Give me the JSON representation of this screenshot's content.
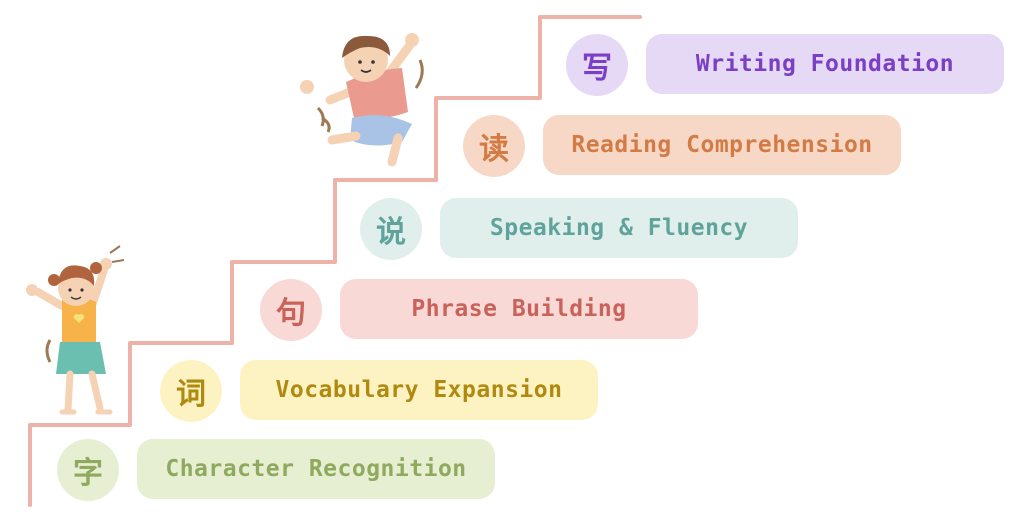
{
  "steps": [
    {
      "char": "字",
      "label": "Character Recognition",
      "badge_bg": "#e6efd2",
      "pill_bg": "#e6efd2",
      "text_color": "#8faa5e"
    },
    {
      "char": "词",
      "label": "Vocabulary Expansion",
      "badge_bg": "#fdf3c2",
      "pill_bg": "#fdf3c2",
      "text_color": "#b08a10"
    },
    {
      "char": "句",
      "label": "Phrase Building",
      "badge_bg": "#f8d9d5",
      "pill_bg": "#f8d9d5",
      "text_color": "#c9625a"
    },
    {
      "char": "说",
      "label": "Speaking & Fluency",
      "badge_bg": "#e0efec",
      "pill_bg": "#e0efec",
      "text_color": "#5fa39b"
    },
    {
      "char": "读",
      "label": "Reading Comprehension",
      "badge_bg": "#f7d8c6",
      "pill_bg": "#f7d8c6",
      "text_color": "#d37b45"
    },
    {
      "char": "写",
      "label": "Writing Foundation",
      "badge_bg": "#e6d9f5",
      "pill_bg": "#e6d9f5",
      "text_color": "#7a3fc4"
    }
  ],
  "colors": {
    "stair_line": "#eeb3a8"
  }
}
